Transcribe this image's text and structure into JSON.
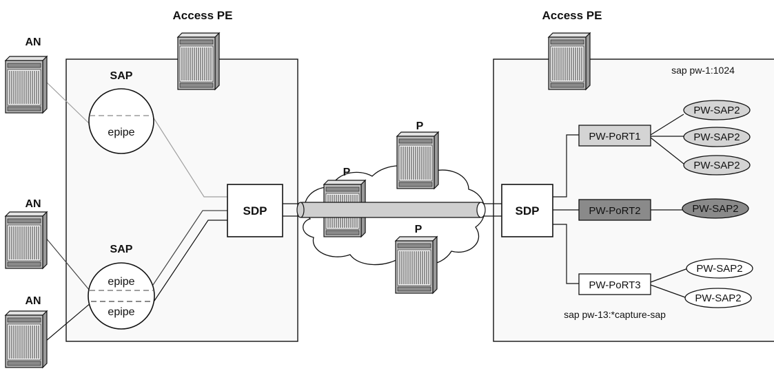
{
  "labels": {
    "access_pe_left": "Access PE",
    "access_pe_right": "Access PE",
    "an_top": "AN",
    "an_mid": "AN",
    "an_bottom": "AN",
    "sap_top": "SAP",
    "sap_bottom": "SAP",
    "epipe_top": "epipe",
    "epipe_bottom_1": "epipe",
    "epipe_bottom_2": "epipe",
    "sdp_left": "SDP",
    "sdp_right": "SDP",
    "p_top": "P",
    "p_left": "P",
    "p_bottom": "P",
    "sap_pw_1": "sap pw-1:1024",
    "sap_pw_13": "sap pw-13:*capture-sap",
    "port_1": "PW-PoRT1",
    "port_2": "PW-PoRT2",
    "port_3": "PW-PoRT3",
    "pwsap": [
      "PW-SAP2",
      "PW-SAP2",
      "PW-SAP2",
      "PW-SAP2",
      "PW-SAP2",
      "PW-SAP2"
    ]
  },
  "colors": {
    "light_fill": "#d4d4d4",
    "dark_fill": "#8a8a8a",
    "device_fill": "#bdbdbd",
    "cloud_fill": "#ffffff",
    "stroke": "#111111"
  },
  "icons": {
    "device": "network-device-icon",
    "cloud": "ip-network-cloud-icon"
  }
}
